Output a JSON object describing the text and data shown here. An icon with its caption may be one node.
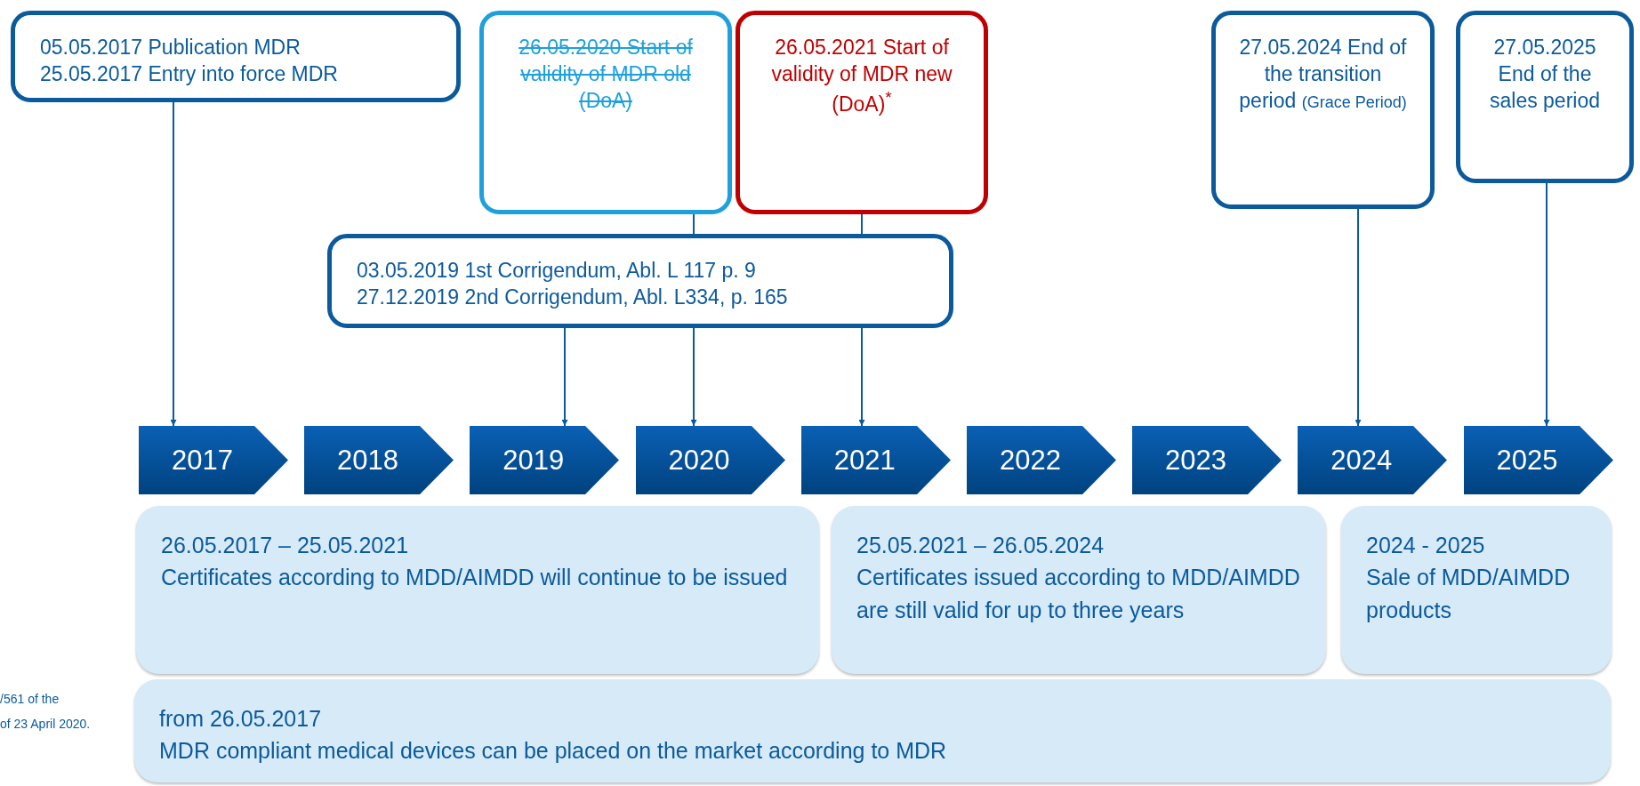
{
  "diagram": {
    "nodes": [
      {
        "text": [
          "05.05.2017 Publication MDR",
          "25.05.2017 Entry into force MDR"
        ]
      },
      {
        "text": [
          "26.05.2020 Start of validity of MDR old",
          "(DoA)"
        ]
      },
      {
        "text": [
          "26.05.2021 Start of validity of MDR new",
          "(DoA)$^{*}$"
        ]
      },
      {
        "text": [
          "27.05.2024 End of the transition period",
          "(Grace Period)"
        ]
      },
      {
        "text": [
          "27.05.2025 End of the sales period"
        ]
      },
      {
        "text": [
          "03.05.2019 1st Corrigendum, Abl. L 117 p. 9",
          "27.12.2019 2nd Corrigendum, Abl. L334, p. 165"
        ]
      },
      {
        "text": [
          "2017"
        ]
      },
      {
        "text": [
          "2018"
        ]
      },
      {
        "text": [
          "2019"
        ]
      },
      {
        "text": [
          "2020"
        ]
      },
      {
        "text": [
          "2021"
        ]
      },
      {
        "text": [
          "2022"
        ]
      },
      {
        "text": [
          "2023"
        ]
      },
      {
        "text": [
          "2024"
        ]
      },
      {
        "text": [
          "2025"
        ]
      },
      {
        "text": [
          "26.05.2017 – 25.05.2021",
          "Certificates according to MDD/AIMDD will continue to be issued"
        ]
      },
      {
        "text": [
          "25.05.2021 – 26.05.2024",
          "Certificates issued according to MDD/AIMDD are still valid for up to three years"
        ]
      },
      {
        "text": [
          "2024 - 2025",
          "Sale of MDD/AIMDD products"
        ]
      },
      {
        "text": [
          "from 26.05.2017",
          "MDR compliant medical devices can be placed on the market according to MDR"
        ]
      }
    ],
    "edges": [
      {
        "from": 0,
        "to": 6,
        "arrow": "to"
      },
      {
        "from": 1,
        "to": 5,
        "arrow": "none"
      },
      {
        "from": 2,
        "to": 5,
        "arrow": "none"
      },
      {
        "from": 5,
        "to": 8,
        "arrow": "to"
      },
      {
        "from": 5,
        "to": 9,
        "arrow": "to"
      },
      {
        "from": 5,
        "to": 10,
        "arrow": "to"
      },
      {
        "from": 3,
        "to": 13,
        "arrow": "to"
      },
      {
        "from": 4,
        "to": 14,
        "arrow": "to"
      }
    ],
    "labels": [
      "/561 of the",
      "of 23 April 2020."
    ]
  }
}
